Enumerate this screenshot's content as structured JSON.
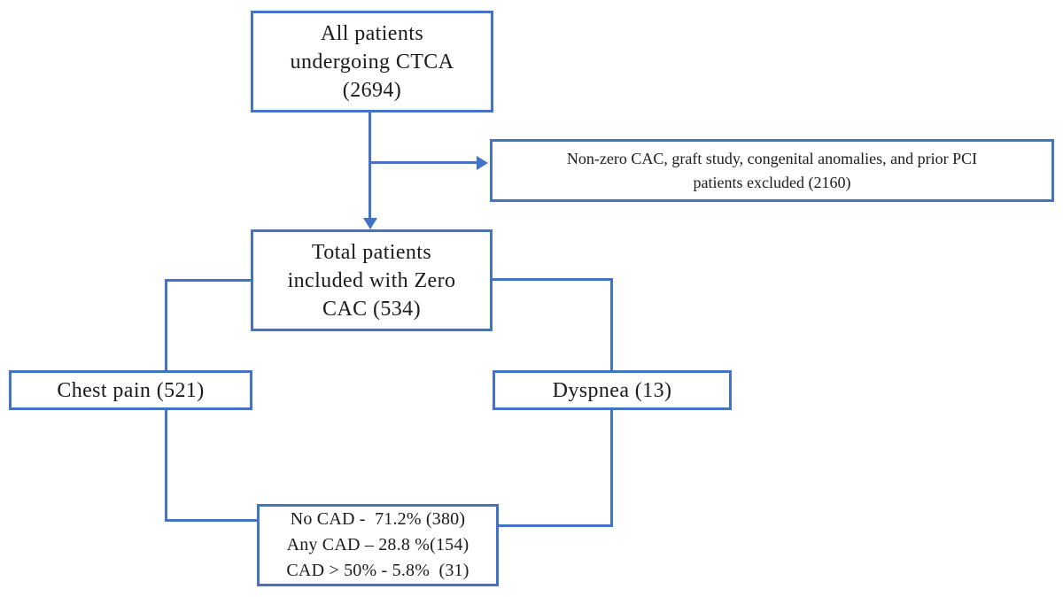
{
  "colors": {
    "line": "#4472C4",
    "text": "#1b1b1b",
    "background": "#ffffff"
  },
  "nodes": {
    "all_patients": {
      "lines": [
        "All patients",
        "undergoing CTCA",
        "(2694)"
      ]
    },
    "excluded": {
      "lines": [
        "Non-zero CAC, graft study, congenital anomalies, and prior PCI",
        "patients excluded (2160)"
      ]
    },
    "total_zero_cac": {
      "lines": [
        "Total patients",
        "included with Zero",
        "CAC (534)"
      ]
    },
    "chest_pain": {
      "lines": [
        "Chest pain (521)"
      ]
    },
    "dyspnea": {
      "lines": [
        "Dyspnea (13)"
      ]
    },
    "outcomes": {
      "lines": [
        "No CAD -  71.2% (380)",
        "Any CAD – 28.8 %(154)",
        "CAD > 50% - 5.8%  (31)"
      ]
    }
  }
}
